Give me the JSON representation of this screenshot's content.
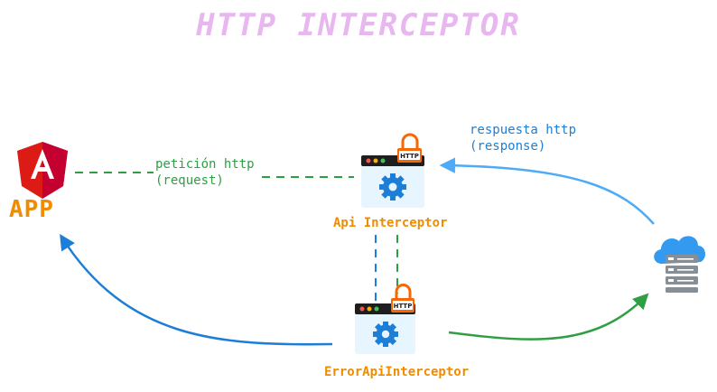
{
  "title": "HTTP INTERCEPTOR",
  "nodes": {
    "app": {
      "label": "APP",
      "logo_letter": "A"
    },
    "api_interceptor": {
      "label": "Api Interceptor",
      "badge": "HTTP"
    },
    "error_interceptor": {
      "label": "ErrorApiInterceptor",
      "badge": "HTTP"
    },
    "server": {
      "label": ""
    }
  },
  "edges": {
    "request": {
      "line1": "petición http",
      "line2": "(request)"
    },
    "response": {
      "line1": "respuesta http",
      "line2": "(response)"
    }
  },
  "colors": {
    "title": "#e8b7f0",
    "orange": "#f08c00",
    "green": "#2f9e44",
    "blue": "#1c7ed6",
    "light_blue": "#4dabf7",
    "angular_red": "#dd1b16",
    "window_bg": "#e7f5ff",
    "gear": "#1c7ed6"
  },
  "icons": [
    "angular-logo-icon",
    "window-gear-icon",
    "padlock-icon",
    "cloud-server-icon"
  ]
}
